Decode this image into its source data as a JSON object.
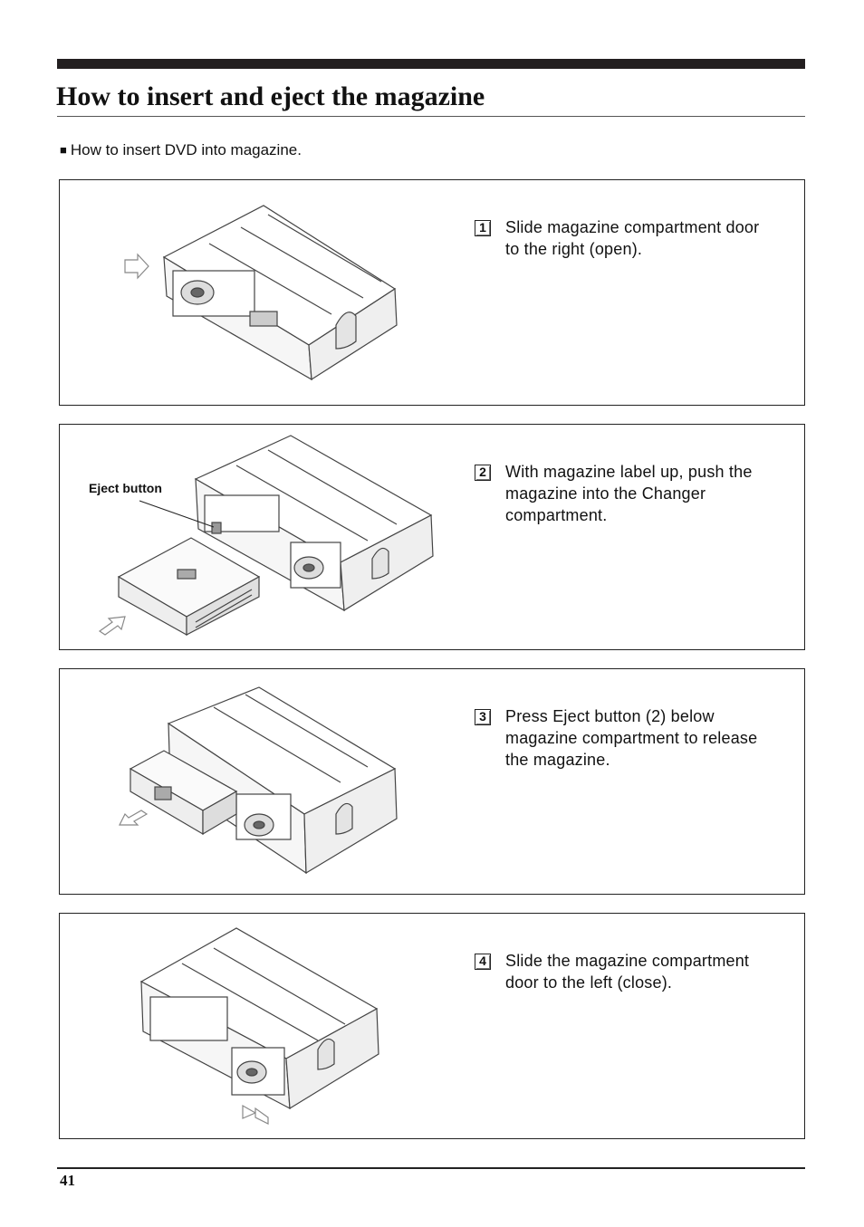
{
  "page": {
    "title": "How to insert and eject the magazine",
    "subheading": "How to insert DVD into magazine.",
    "subheading_bullet": "■",
    "page_number": "41"
  },
  "steps": [
    {
      "number": "1",
      "text": "Slide magazine compartment door to the right (open)."
    },
    {
      "number": "2",
      "text": "With magazine label up, push the magazine into the Changer compartment.",
      "callout": "Eject button"
    },
    {
      "number": "3",
      "text": "Press Eject button (2) below magazine compartment to release the magazine."
    },
    {
      "number": "4",
      "text": "Slide the magazine compartment door to the left (close)."
    }
  ]
}
